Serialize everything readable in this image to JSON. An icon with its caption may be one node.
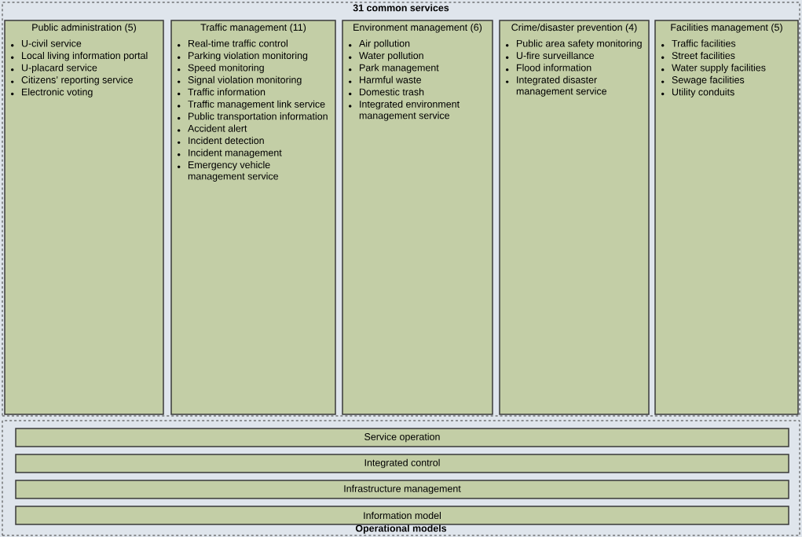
{
  "diagram": {
    "nodes": [
      {
        "text": [
          "31 common services"
        ]
      },
      {
        "text": [
          "Public administration (5)",
          "U-civil service",
          "Local living information portal",
          "U-placard service",
          "Citizens’ reporting service",
          "Electronic voting"
        ],
        "in": 0
      },
      {
        "text": [
          "Traffic management (11)",
          "Real-time traffic control",
          "Parking violation monitoring",
          "Speed monitoring",
          "Signal violation monitoring",
          "Traffic information",
          "Traffic management link service",
          "Public transportation information",
          "Accident alert",
          "Incident detection",
          "Incident management",
          "Emergency vehicle management service"
        ],
        "in": 0
      },
      {
        "text": [
          "Environment management (6)",
          "Air pollution",
          "Water pollution",
          "Park management",
          "Harmful waste",
          "Domestic trash",
          "Integrated environment management service"
        ],
        "in": 0
      },
      {
        "text": [
          "Crime/disaster prevention (4)",
          "Public area safety monitoring",
          "U-fire surveillance",
          "Flood information",
          "Integrated disaster management service"
        ],
        "in": 0
      },
      {
        "text": [
          "Facilities management (5)",
          "Traffic facilities",
          "Street facilities",
          "Water supply facilities",
          "Sewage facilities",
          "Utility conduits"
        ],
        "in": 0
      },
      {
        "text": [
          "Operational models"
        ]
      },
      {
        "text": [
          "Service operation"
        ],
        "in": 6
      },
      {
        "text": [
          "Integrated control"
        ],
        "in": 6
      },
      {
        "text": [
          "Infrastructure management"
        ],
        "in": 6
      },
      {
        "text": [
          "Information model"
        ],
        "in": 6
      }
    ]
  }
}
